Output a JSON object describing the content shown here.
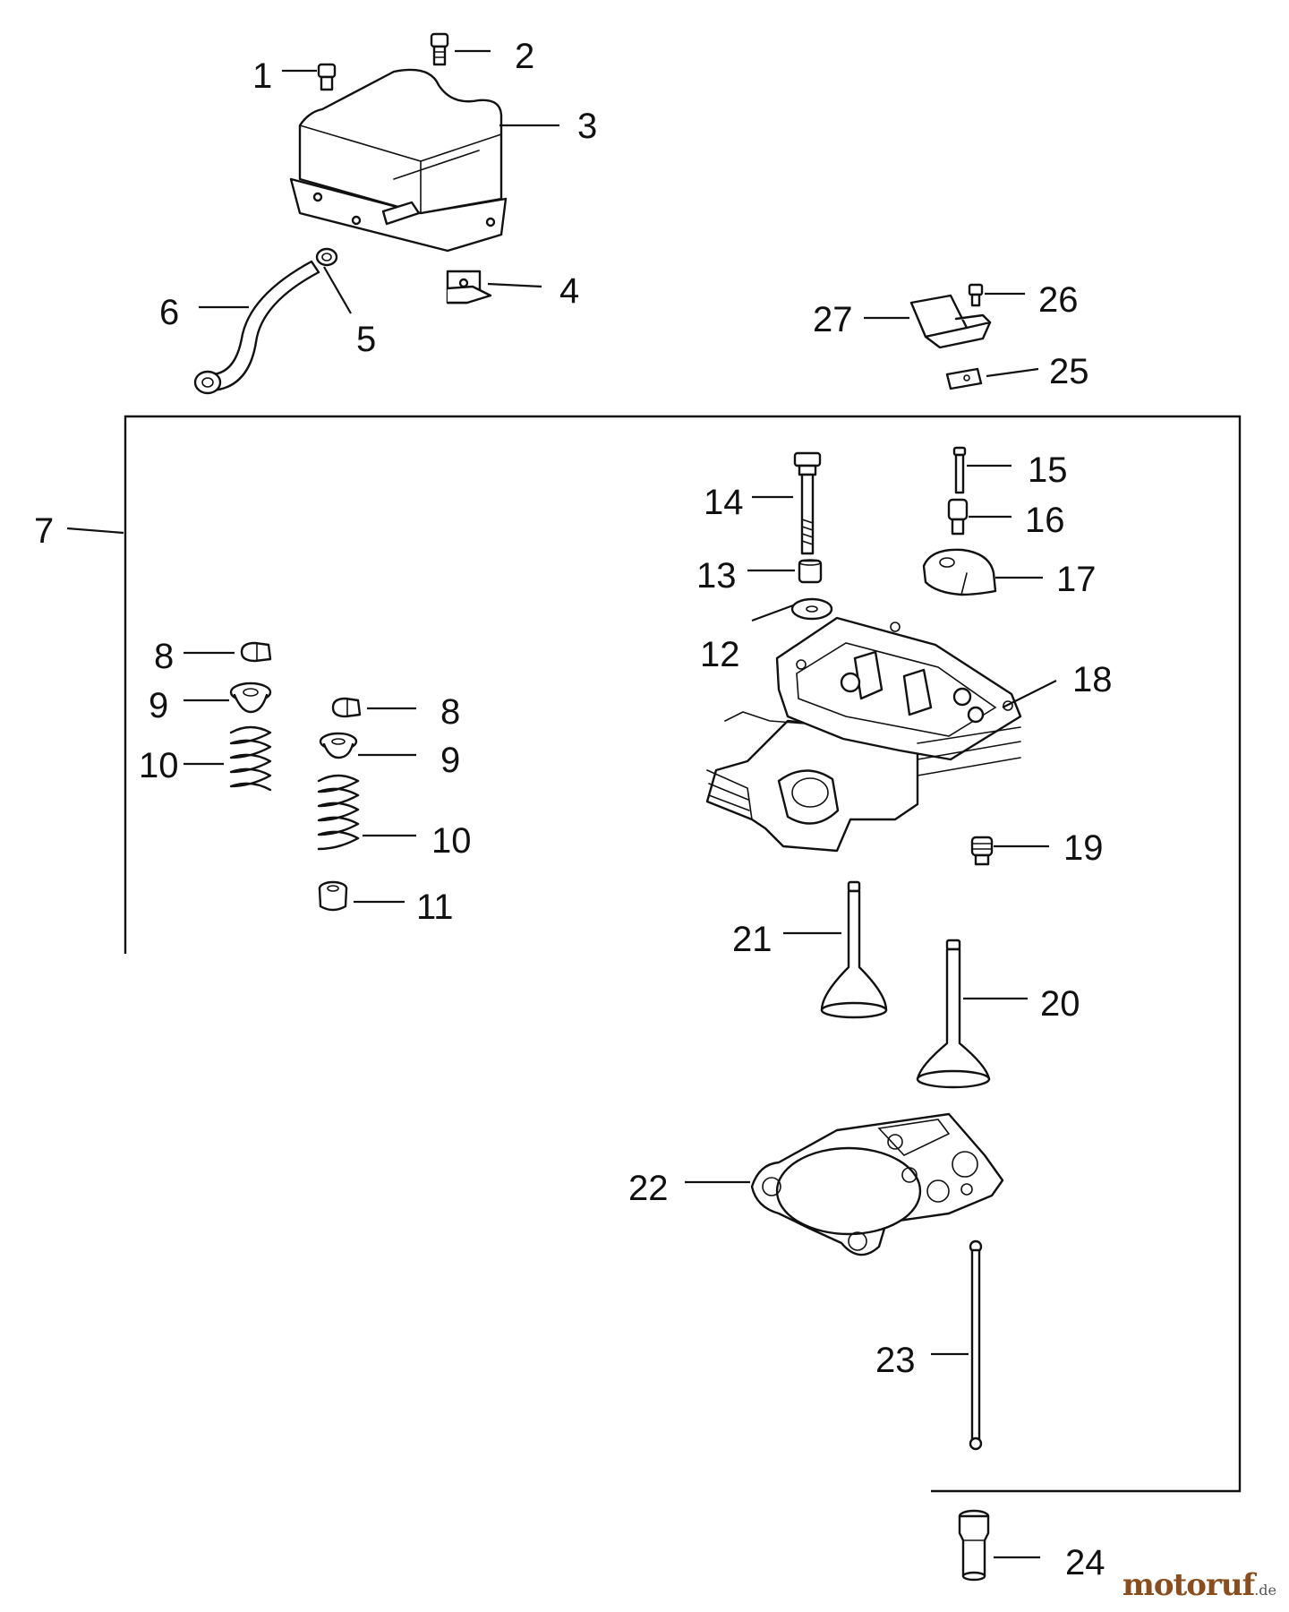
{
  "diagram": {
    "callouts": [
      "1",
      "2",
      "3",
      "4",
      "5",
      "6",
      "7",
      "8",
      "9",
      "10",
      "11",
      "12",
      "13",
      "14",
      "15",
      "16",
      "17",
      "18",
      "19",
      "20",
      "21",
      "22",
      "23",
      "24",
      "25",
      "26",
      "27"
    ]
  },
  "watermark": {
    "name": "motoruf",
    "suffix": ".de",
    "brand_color": "#8a4e1e"
  },
  "colors": {
    "line": "#111111",
    "background": "#ffffff"
  }
}
